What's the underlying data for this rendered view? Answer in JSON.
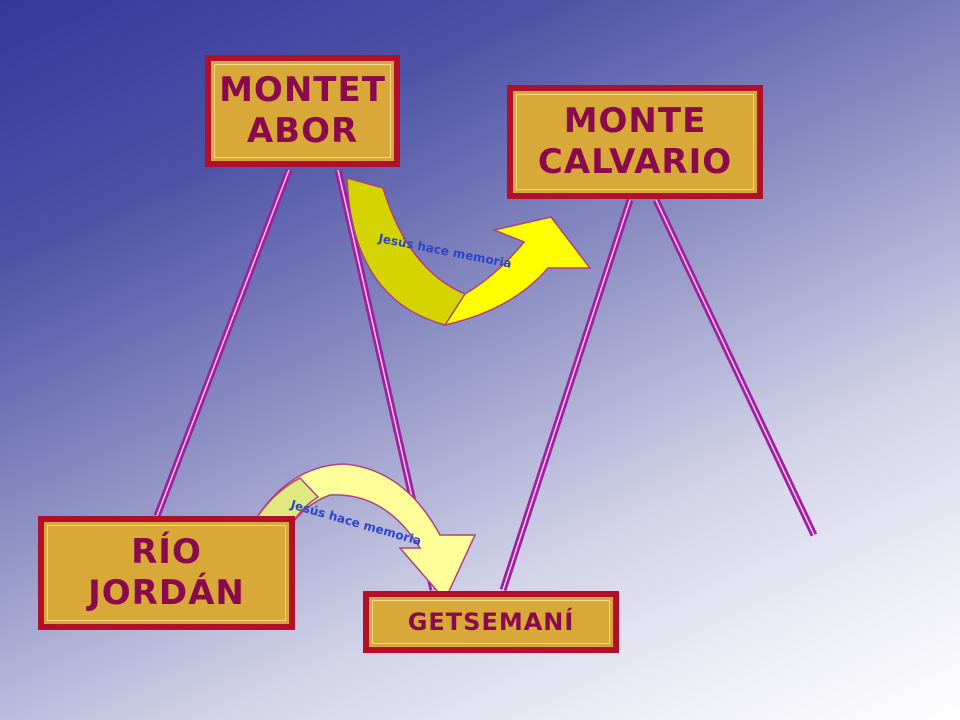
{
  "diagram": {
    "nodes": {
      "tabor": "MONTET\nABOR",
      "calvario": "MONTE\nCALVARIO",
      "jordan": "RÍO\nJORDÁN",
      "getsemani": "GETSEMANÍ"
    },
    "arrows": {
      "top_label": "Jesús hace memoria",
      "bottom_label": "Jesús hace memoria"
    },
    "colors": {
      "box_fill": "#d8a838",
      "box_border": "#b0102a",
      "node_text": "#8a0a4e",
      "connector": "#a020a0",
      "arrow_top_fill": "#ffff00",
      "arrow_bottom_fill": "#ffff99",
      "arrow_text": "#2a45c8"
    }
  }
}
